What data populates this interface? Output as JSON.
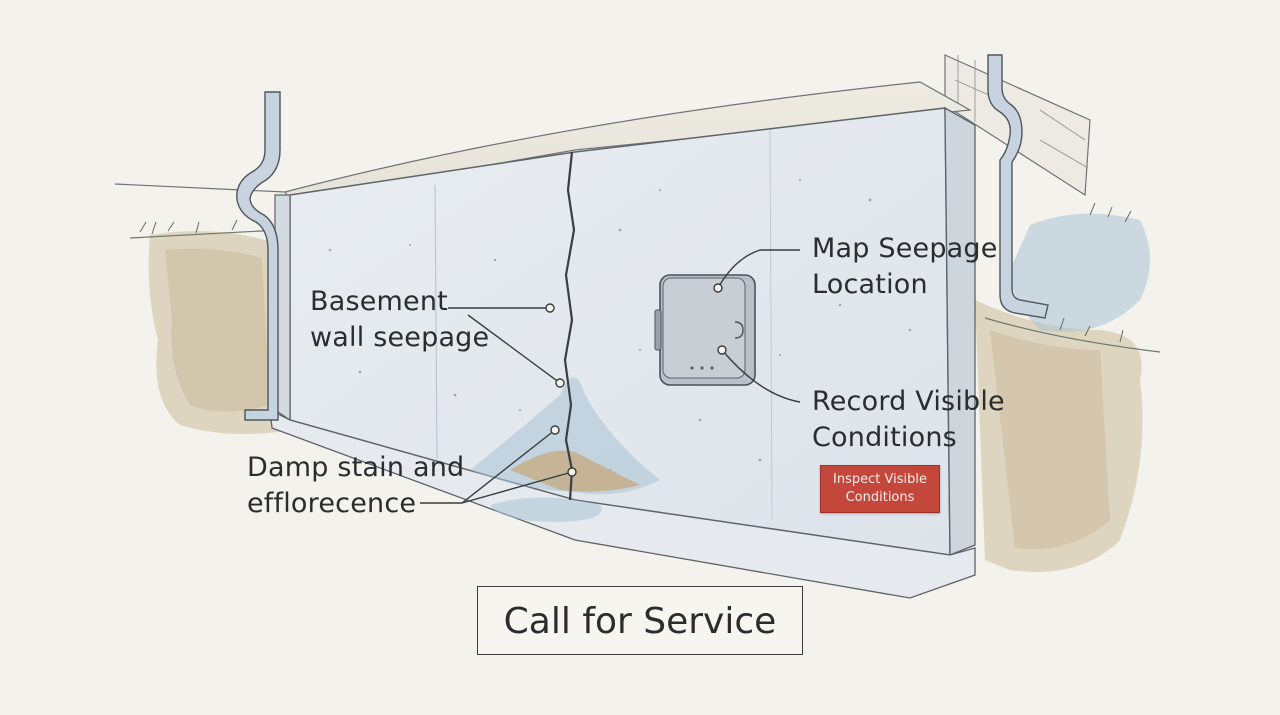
{
  "callouts": {
    "seepage": [
      "Basement",
      "wall seepage"
    ],
    "damp": [
      "Damp stain and",
      "efflorecence"
    ],
    "map": [
      "Map Seepage",
      "Location"
    ],
    "record": [
      "Record Visible",
      "Conditions"
    ]
  },
  "buttons": {
    "inspect": [
      "Inspect Visible",
      "Conditions"
    ],
    "call": "Call for Service"
  },
  "colors": {
    "background": "#f3f2ec",
    "wall": "#e3e8ee",
    "wall_shadow": "#cdd5dd",
    "water": "#a9c2d6",
    "soil": "#c9b99a",
    "stain": "#c79a58",
    "accent_button": "#c4473c",
    "ink": "#2a2c2e"
  },
  "icons": {
    "sensor": "sensor-box-icon",
    "downspout": "downspout-icon"
  }
}
